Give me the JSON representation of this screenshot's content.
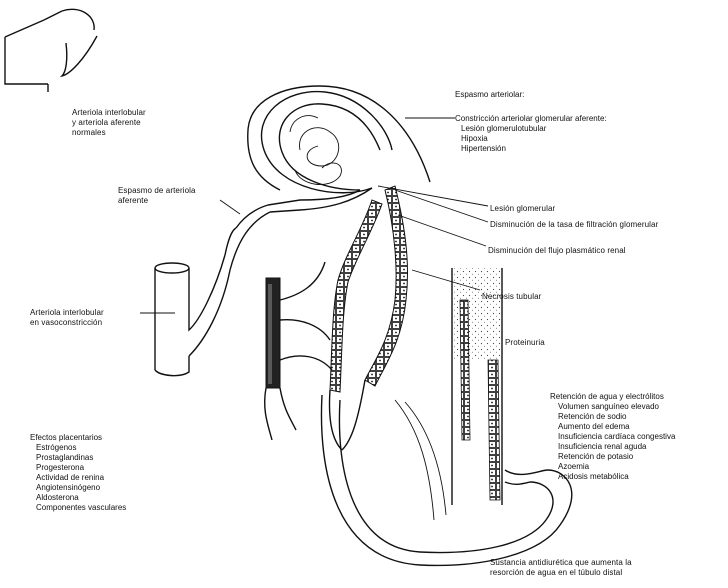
{
  "labels": {
    "normal_arteriole": "Arteriola interlobular\ny arteriola aferente\nnormales",
    "afferent_spasm": "Espasmo de arteriola\naferente",
    "vasoconstricted": "Arteriola interlobular\nen vasoconstricción",
    "glomerular_lesion": "Lesión glomerular",
    "gfr_decrease": "Disminución de la tasa de filtración glomerular",
    "renal_flow_decrease": "Disminución del flujo plasmático renal",
    "tubular_necrosis": "Necrosis tubular",
    "proteinuria": "Proteinuria",
    "antidiuretic": "Sustancia antidiurética que aumenta la\nresorción de agua en el túbulo distal"
  },
  "arteriolar_spasm": {
    "title": "Espasmo arteriolar:",
    "heading": "Constricción arteriolar glomerular aferente:",
    "items": [
      "Lesión glomerulotubular",
      "Hipoxia",
      "Hipertensión"
    ]
  },
  "water_retention": {
    "title": "Retención de agua y electrólitos",
    "items": [
      "Volumen sanguíneo elevado",
      "Retención de sodio",
      "Aumento del edema",
      "Insuficiencia cardíaca congestiva",
      "Insuficiencia renal aguda",
      "Retención de potasio",
      "Azoemia",
      "Acidosis metabólica"
    ]
  },
  "placental_effects": {
    "title": "Efectos placentarios",
    "items": [
      "Estrógenos",
      "Prostaglandinas",
      "Progesterona",
      "Actividad de renina",
      "Angiotensinógeno",
      "Aldosterona",
      "Componentes vasculares"
    ]
  }
}
